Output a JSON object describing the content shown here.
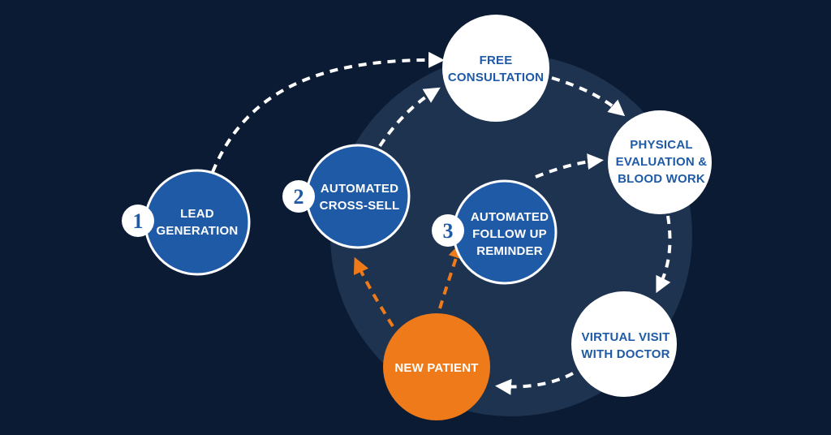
{
  "colors": {
    "background": "#0b1b33",
    "ring": "#1d3350",
    "blue": "#1f5aa6",
    "orange": "#ef7a1a",
    "white": "#ffffff",
    "text_blue": "#1f5aa6"
  },
  "nodes": {
    "lead_generation": {
      "line1": "LEAD",
      "line2": "GENERATION",
      "badge": "1"
    },
    "automated_cross_sell": {
      "line1": "AUTOMATED",
      "line2": "CROSS-SELL",
      "badge": "2"
    },
    "automated_follow_up": {
      "line1": "AUTOMATED",
      "line2": "FOLLOW UP",
      "line3": "REMINDER",
      "badge": "3"
    },
    "free_consultation": {
      "line1": "FREE",
      "line2": "CONSULTATION"
    },
    "physical_evaluation": {
      "line1": "PHYSICAL",
      "line2": "EVALUATION &",
      "line3": "BLOOD WORK"
    },
    "virtual_visit": {
      "line1": "VIRTUAL VISIT",
      "line2": "WITH DOCTOR"
    },
    "new_patient": {
      "line1": "NEW PATIENT"
    }
  }
}
